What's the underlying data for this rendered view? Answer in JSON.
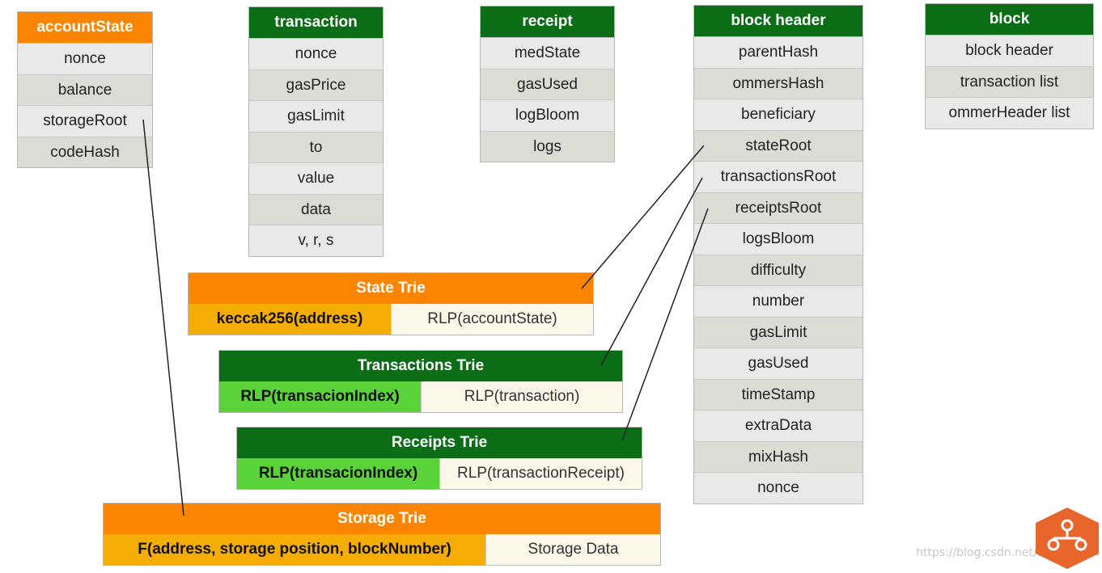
{
  "accountState": {
    "title": "accountState",
    "rows": [
      "nonce",
      "balance",
      "storageRoot",
      "codeHash"
    ]
  },
  "transaction": {
    "title": "transaction",
    "rows": [
      "nonce",
      "gasPrice",
      "gasLimit",
      "to",
      "value",
      "data",
      "v, r, s"
    ]
  },
  "receipt": {
    "title": "receipt",
    "rows": [
      "medState",
      "gasUsed",
      "logBloom",
      "logs"
    ]
  },
  "blockHeader": {
    "title": "block header",
    "rows": [
      "parentHash",
      "ommersHash",
      "beneficiary",
      "stateRoot",
      "transactionsRoot",
      "receiptsRoot",
      "logsBloom",
      "difficulty",
      "number",
      "gasLimit",
      "gasUsed",
      "timeStamp",
      "extraData",
      "mixHash",
      "nonce"
    ]
  },
  "block": {
    "title": "block",
    "rows": [
      "block header",
      "transaction list",
      "ommerHeader list"
    ]
  },
  "stateTrie": {
    "title": "State Trie",
    "key": "keccak256(address)",
    "value": "RLP(accountState)"
  },
  "transactionsTrie": {
    "title": "Transactions Trie",
    "key": "RLP(transacionIndex)",
    "value": "RLP(transaction)"
  },
  "receiptsTrie": {
    "title": "Receipts Trie",
    "key": "RLP(transacionIndex)",
    "value": "RLP(transactionReceipt)"
  },
  "storageTrie": {
    "title": "Storage Trie",
    "key": "F(address, storage position, blockNumber)",
    "value": "Storage Data"
  },
  "watermark": "https://blog.csdn.net/taotenmen",
  "colors": {
    "green": "#0b6e17",
    "orange": "#fb8500",
    "lightGreen": "#5ad23a",
    "amber": "#f5ad05"
  },
  "icons": {
    "logo": "ethereum-tree-logo"
  }
}
